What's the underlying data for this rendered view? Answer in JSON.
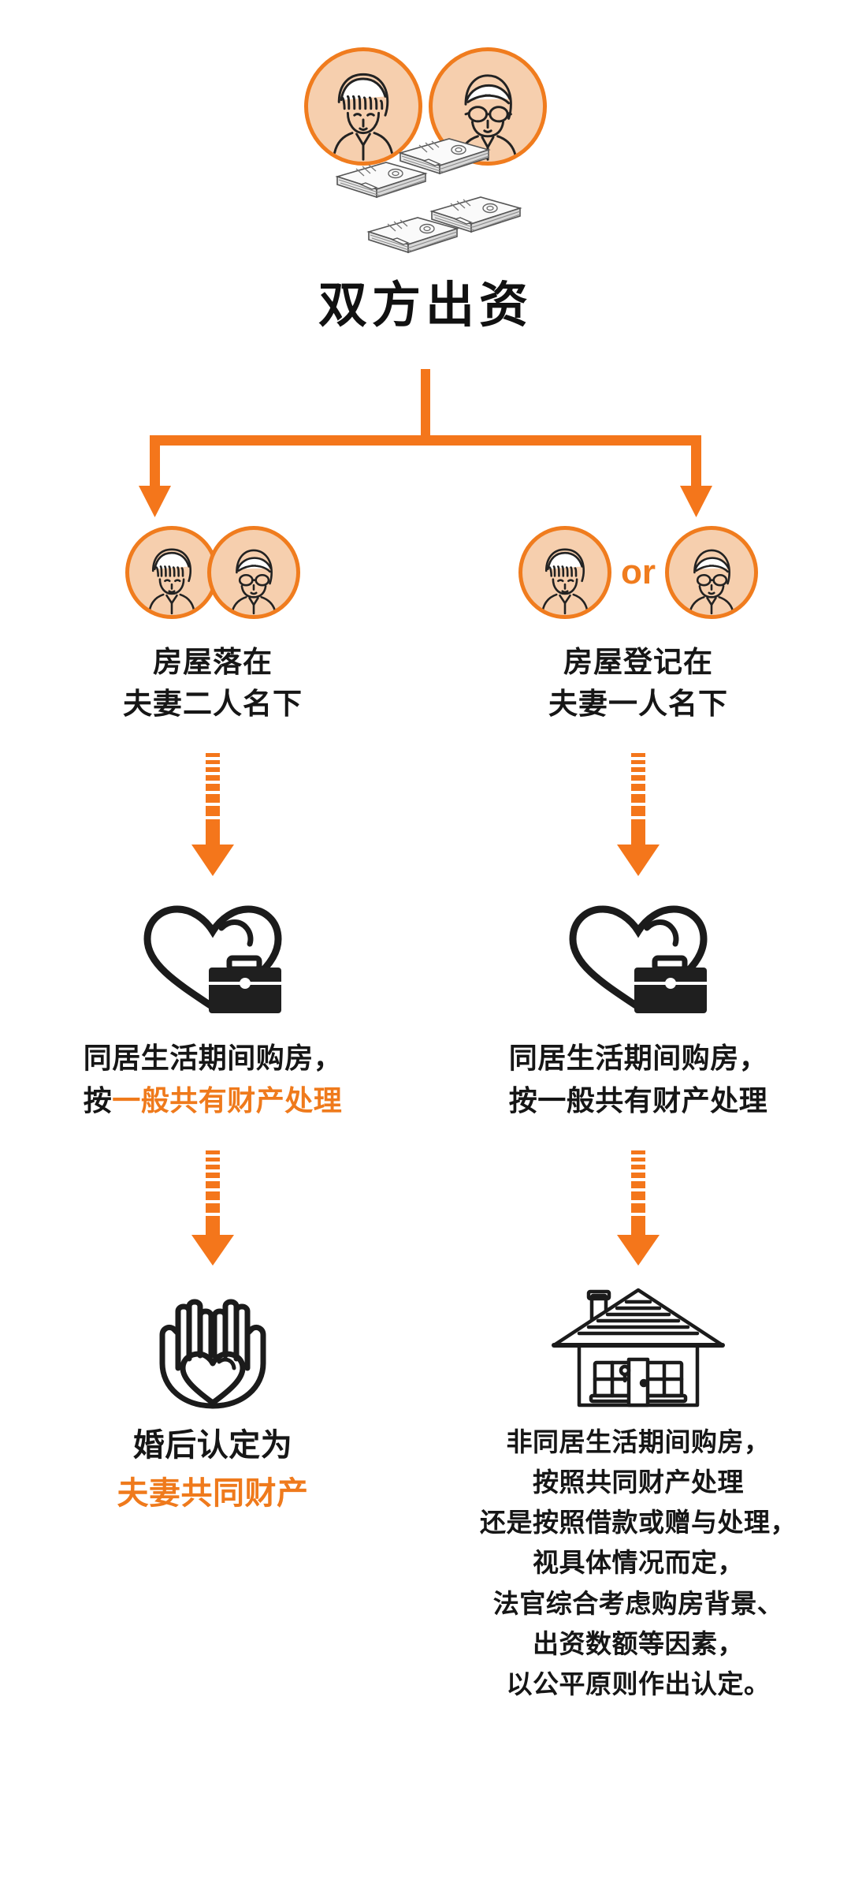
{
  "title": "双方出资",
  "colors": {
    "accent": "#f07c1e",
    "accent_text": "#ef7a1c",
    "avatar_fill": "#f6cfae",
    "text": "#161616",
    "background": "#ffffff"
  },
  "top": {
    "avatar_left": "woman-avatar",
    "avatar_right": "man-avatar",
    "money_icon": "money-stacks-icon"
  },
  "branches": [
    {
      "id": "left",
      "avatar_mode": "joined",
      "or_label": "",
      "label_line1": "房屋落在",
      "label_line2": "夫妻二人名下",
      "icon": "heart-briefcase-icon",
      "body_black": "按",
      "body_line1": "同居生活期间购房，",
      "body_prefix": "按",
      "body_highlight": "一般共有财产处理",
      "final_line1": "婚后认定为",
      "final_highlight": "夫妻共同财产",
      "final_icon": "hands-holding-heart-icon"
    },
    {
      "id": "right",
      "avatar_mode": "or",
      "or_label": "or",
      "label_line1": "房屋登记在",
      "label_line2": "夫妻一人名下",
      "icon": "heart-briefcase-icon",
      "body_line1": "同居生活期间购房，",
      "body_line2": "按一般共有财产处理",
      "final_icon": "house-icon",
      "final_lines": [
        "非同居生活期间购房，",
        "按照共同财产处理",
        "还是按照借款或赠与处理，",
        "视具体情况而定，",
        "法官综合考虑购房背景、",
        "出资数额等因素，",
        "以公平原则作出认定。"
      ]
    }
  ]
}
